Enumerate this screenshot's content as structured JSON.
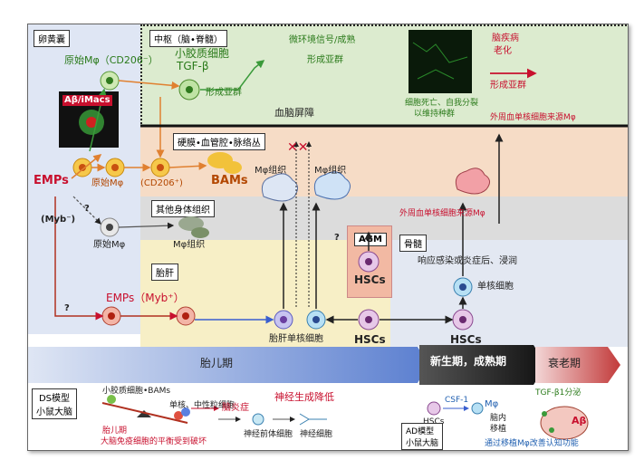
{
  "regions": {
    "yolk_sac": "卵黄囊",
    "cns": "中枢（脑•脊髓）",
    "meninges": "硬膜•血管腔•脉络丛",
    "other_tissue": "其他身体组织",
    "fetal_liver": "胎肝",
    "agm": "AGM",
    "bone_marrow": "骨髓"
  },
  "yolk": {
    "primitive_mphi_cd206": "原始Mφ（CD206⁻）",
    "abeta_imacs": "Aβ/iMacs",
    "emps": "EMPs",
    "myb_minus": "(Myb⁻)",
    "question": "?",
    "primitive_mphi": "原始Mφ"
  },
  "cns": {
    "microglia": "小胶质细胞",
    "tgfb": "TGF-β",
    "subgroup_formation": "形成亚群",
    "microenv_signal": "微环境信号/成熟",
    "subgroup_formation2": "形成亚群",
    "cell_death": "细胞死亡、自我分裂",
    "maintain_pop": "以维持种群",
    "disease": "脑疾病",
    "aging": "老化",
    "subgroup_formation3": "形成亚群",
    "bbb": "血脑屏障",
    "peripheral_mphi": "外周血单核细胞来源Mφ"
  },
  "meninges": {
    "mphi_cd206": "原始Mφ",
    "cd206": "(CD206⁺)",
    "bams": "BAMs",
    "mphi_tissue1": "Mφ组织",
    "mphi_tissue2": "Mφ组织"
  },
  "other": {
    "mphi_tissue": "Mφ组织",
    "peripheral_mphi": "外周血单核细胞来源Mφ"
  },
  "liver": {
    "emps_myb": "EMPs（Myb⁺）",
    "question": "?",
    "liver_monocyte": "胎肝单核细胞",
    "hscs": "HSCs",
    "hscs_agm": "HSCs",
    "question2": "?"
  },
  "marrow": {
    "response": "响应感染或炎症后、浸润",
    "monocyte": "单核细胞",
    "hscs": "HSCs"
  },
  "timeline": {
    "fetal": "胎儿期",
    "neonatal": "新生期，成熟期",
    "aging": "衰老期"
  },
  "ds_model": {
    "title": "DS模型\n小鼠大脑",
    "microglia_bams": "小胶质细胞•BAMs",
    "mono_neutro": "单核、中性粒细胞",
    "fetal": "胎儿期",
    "imbalance": "大脑免疫细胞的平衡受到破坏",
    "brain_inflam": "脑炎症",
    "neurogenesis": "神经生成降低",
    "neural_precursor": "神经前体细胞",
    "neuron": "神经细胞"
  },
  "ad_model": {
    "hscs": "HSCs",
    "csf1": "CSF-1",
    "mphi": "Mφ",
    "intracranial": "脑内",
    "transplant": "移植",
    "tgfb1": "TGF-β1分泌",
    "abeta": "Aβ",
    "title": "AD模型\n小鼠大脑",
    "improve": "通过移植Mφ改善认知功能"
  },
  "colors": {
    "cns_bg": "#dcebcf",
    "meninges_bg": "#f6dcc6",
    "other_bg": "#dcdcdc",
    "yolk_bg": "#dfe6f4",
    "liver_bg": "#f7efc6",
    "marrow_bg": "#e3e8f2",
    "agm_bg": "#f2b9a3",
    "accent_red": "#c8102e",
    "arrow_blue": "#3a5fcf",
    "arrow_orange": "#e08030"
  }
}
